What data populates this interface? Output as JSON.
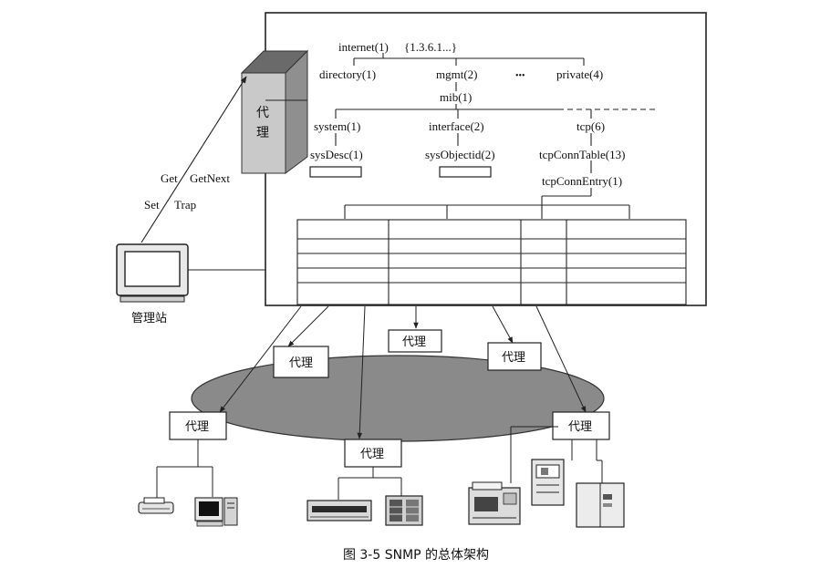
{
  "caption": "图 3-5    SNMP 的总体架构",
  "agent_label": "代理",
  "agent_box_vertical": [
    "代",
    "理"
  ],
  "manager_label": "管理站",
  "operations": {
    "get": "Get",
    "get_next": "GetNext",
    "set": "Set",
    "trap": "Trap"
  },
  "mib_tree": {
    "root": "internet(1)",
    "root_oid": "{1.3.6.1...}",
    "directory": "directory(1)",
    "mgmt": "mgmt(2)",
    "ellipsis": "•••",
    "private": "private(4)",
    "mib": "mib(1)",
    "system": "system(1)",
    "interface": "interface(2)",
    "tcp": "tcp(6)",
    "sysDesc": "sysDesc(1)",
    "sysObjectid": "sysObjectid(2)",
    "tcpConnTable": "tcpConnTable(13)",
    "tcpConnEntry": "tcpConnEntry(1)"
  },
  "colors": {
    "network_cloud": "#8a8a8a",
    "agent_cube_front": "#c9c9c9",
    "agent_cube_side": "#8f8f8f",
    "agent_cube_top": "#6a6a6a",
    "line": "#222222"
  },
  "icons": [
    "printer-icon",
    "desktop-computer-icon",
    "tape-drive-icon",
    "server-icon",
    "copier-icon",
    "fax-machine-icon",
    "file-server-icon"
  ]
}
